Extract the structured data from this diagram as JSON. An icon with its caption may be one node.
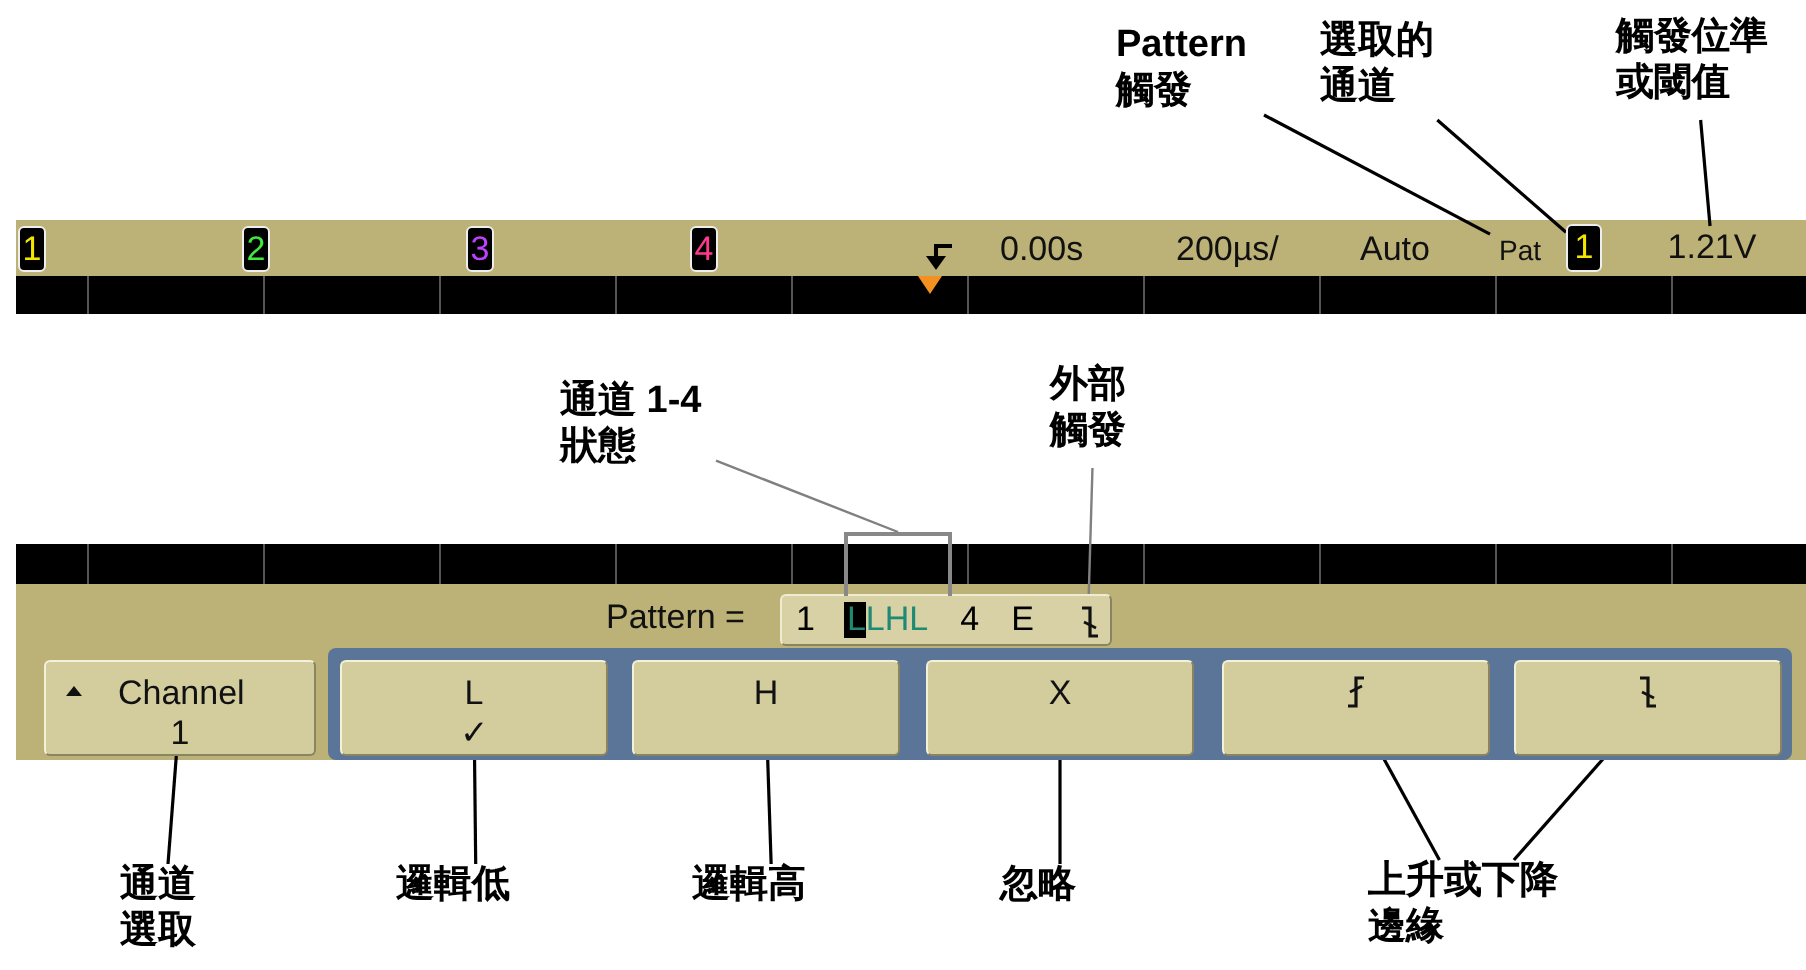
{
  "diagram": {
    "nodes": [
      {
        "text": [
          "Pattern 觸發"
        ]
      },
      {
        "text": [
          "選取的通道"
        ]
      },
      {
        "text": [
          "觸發位準或閾值"
        ]
      },
      {
        "text": [
          "1"
        ]
      },
      {
        "text": [
          "2"
        ]
      },
      {
        "text": [
          "3"
        ]
      },
      {
        "text": [
          "4"
        ]
      },
      {
        "text": [
          "Pat"
        ]
      },
      {
        "text": [
          "1"
        ]
      },
      {
        "text": [
          "1.21V"
        ]
      },
      {
        "text": [
          "通道 1-4狀態"
        ]
      },
      {
        "text": [
          "外部觸發"
        ]
      },
      {
        "text": [
          "1",
          "LLHL",
          "4",
          "E"
        ]
      },
      {
        "text": [],
        "shape": "bracket"
      },
      {
        "text": [],
        "shape": "icon",
        "in": 12
      },
      {
        "text": [
          "Channel 1"
        ]
      },
      {
        "text": [],
        "shape": "box"
      },
      {
        "text": [
          "L",
          "✓"
        ],
        "in": 16
      },
      {
        "text": [
          "H"
        ],
        "in": 16
      },
      {
        "text": [
          "X"
        ],
        "in": 16
      },
      {
        "text": [],
        "shape": "box",
        "in": 16
      },
      {
        "text": [],
        "shape": "box",
        "in": 16
      },
      {
        "text": [
          "通道選取"
        ]
      },
      {
        "text": [
          "邏輯低"
        ]
      },
      {
        "text": [
          "邏輯高"
        ]
      },
      {
        "text": [
          "忽略"
        ]
      },
      {
        "text": [
          "上升或下降邊緣"
        ]
      }
    ],
    "edges": [
      {
        "from": 0,
        "to": 7,
        "arrow": "none"
      },
      {
        "from": 1,
        "to": 8,
        "arrow": "none"
      },
      {
        "from": 2,
        "to": 9,
        "arrow": "none"
      },
      {
        "from": 10,
        "to": 13,
        "arrow": "none",
        "color": "#808080"
      },
      {
        "from": 11,
        "to": 14,
        "arrow": "none",
        "color": "#808080"
      },
      {
        "from": 22,
        "to": 15,
        "arrow": "none"
      },
      {
        "from": 23,
        "to": 17,
        "arrow": "none"
      },
      {
        "from": 24,
        "to": 18,
        "arrow": "none"
      },
      {
        "from": 25,
        "to": 19,
        "arrow": "none"
      },
      {
        "from": 26,
        "to": 20,
        "arrow": "none"
      },
      {
        "from": 26,
        "to": 21,
        "arrow": "none"
      }
    ],
    "labels": [
      "0.00s",
      "200µs/",
      "Auto",
      "Pattern ="
    ]
  }
}
